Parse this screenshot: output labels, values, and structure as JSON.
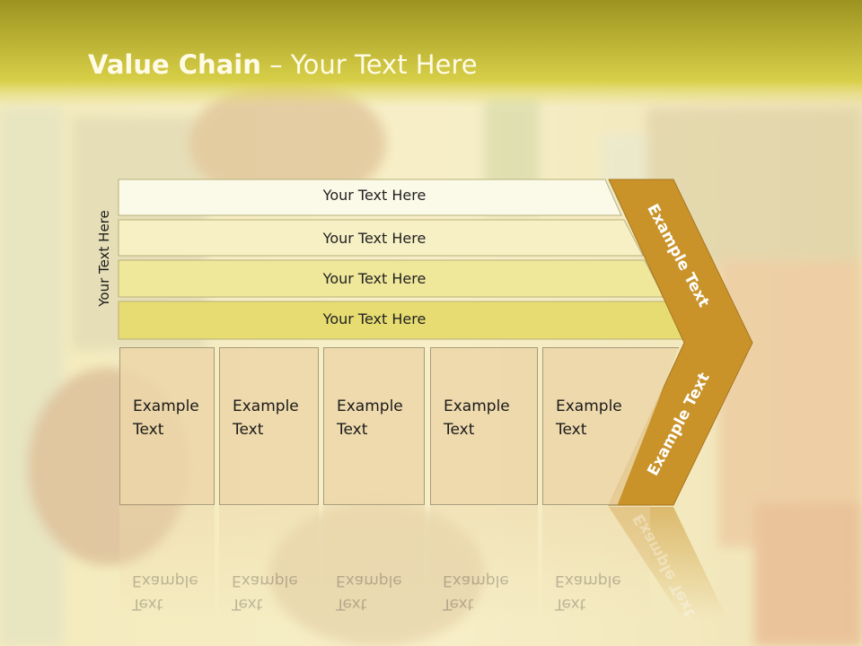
{
  "slide": {
    "title_bold": "Value Chain",
    "title_rest": " – Your Text Here",
    "side_label": "Your Text Here"
  },
  "rows": [
    {
      "label": "Your Text Here"
    },
    {
      "label": "Your Text Here"
    },
    {
      "label": "Your Text Here"
    },
    {
      "label": "Your Text Here"
    }
  ],
  "boxes": [
    {
      "line1": "Example",
      "line2": "Text"
    },
    {
      "line1": "Example",
      "line2": "Text"
    },
    {
      "line1": "Example",
      "line2": "Text"
    },
    {
      "line1": "Example",
      "line2": "Text"
    },
    {
      "line1": "Example",
      "line2": "Text"
    }
  ],
  "chevron": {
    "upper_text": "Example Text",
    "lower_text": "Example Text"
  },
  "colors": {
    "title_bar_top": "#9c9320",
    "title_bar_bottom": "#e6e07a",
    "chevron_fill": "#c9932a",
    "row1": "#fbfae8",
    "row2": "#f6f0c4",
    "row3": "#efe79a",
    "row4": "#e6dc72",
    "box_fill": "#ecd6a8"
  }
}
